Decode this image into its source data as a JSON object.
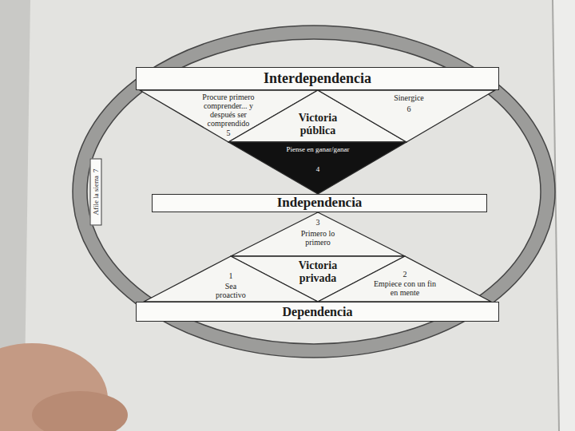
{
  "diagram": {
    "nodes": [
      {
        "text": [
          "Afile la sierra",
          "7"
        ]
      },
      {
        "text": [
          "Interdependencia"
        ]
      },
      {
        "text": [
          "Procure primero comprender... y después ser comprendido",
          "5"
        ]
      },
      {
        "text": [
          "Victoria pública"
        ]
      },
      {
        "text": [
          "Sinergice",
          "6"
        ]
      },
      {
        "text": [
          "Piense en ganar/ganar",
          "4"
        ]
      },
      {
        "text": [
          "Independencia"
        ]
      },
      {
        "text": [
          "3",
          "Primero lo primero"
        ]
      },
      {
        "text": [
          "Victoria privada"
        ]
      },
      {
        "text": [
          "1",
          "Sea proactivo"
        ]
      },
      {
        "text": [
          "2",
          "Empiece con un fin en mente"
        ]
      },
      {
        "text": [
          "Dependencia"
        ]
      }
    ]
  }
}
